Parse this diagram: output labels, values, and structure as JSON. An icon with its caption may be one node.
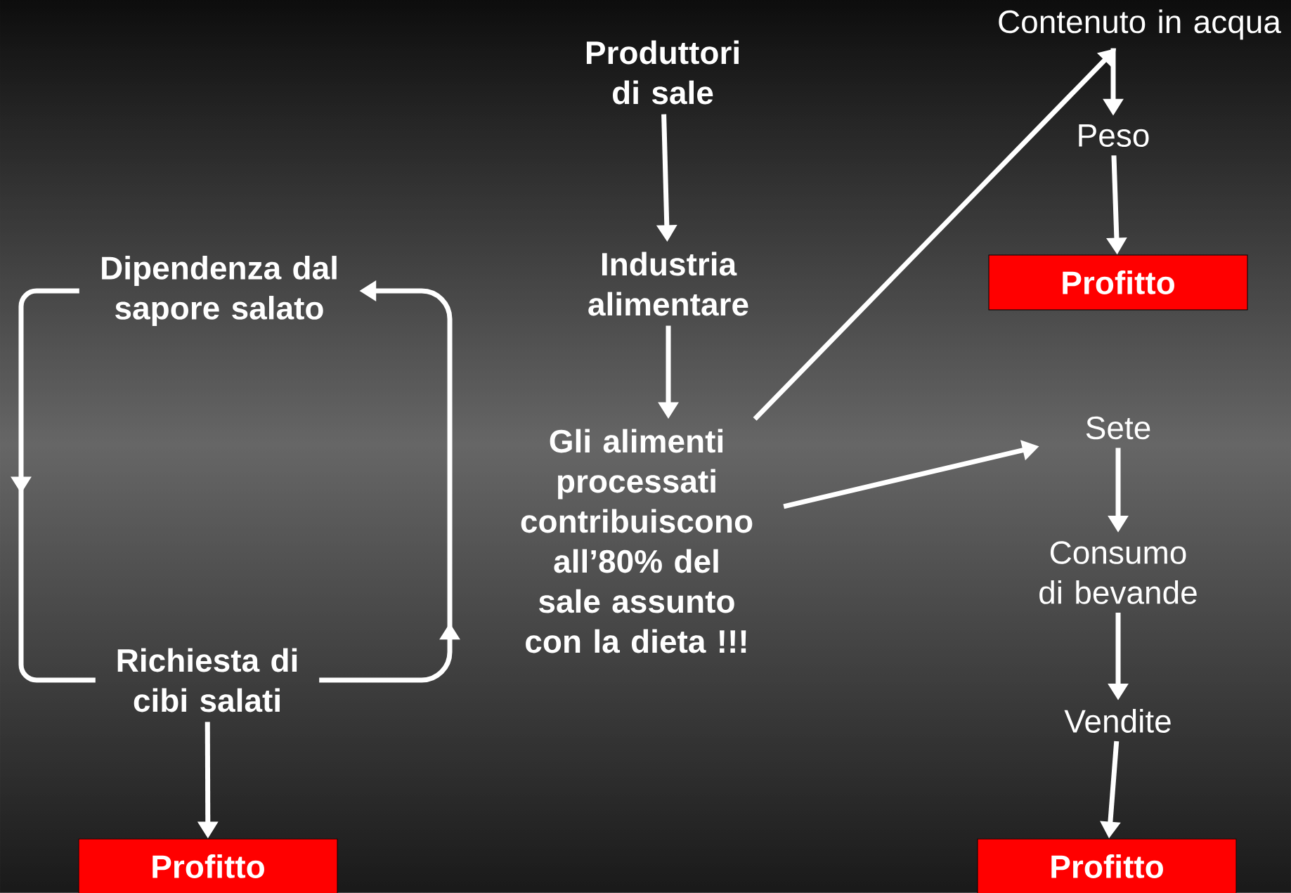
{
  "diagram": {
    "nodes": [
      {
        "text": [
          "Produttori di sale"
        ]
      },
      {
        "text": [
          "Industria alimentare"
        ]
      },
      {
        "text": [
          "Gli alimenti processati contribuiscono all’80% del sale assunto con la dieta !!!"
        ]
      },
      {
        "text": [
          "Dipendenza dal sapore salato"
        ]
      },
      {
        "text": [
          "Richiesta di cibi salati"
        ]
      },
      {
        "text": [
          "Profitto"
        ]
      },
      {
        "text": [
          "Contenuto in acqua"
        ]
      },
      {
        "text": [
          "Peso"
        ]
      },
      {
        "text": [
          "Profitto"
        ]
      },
      {
        "text": [
          "Sete"
        ]
      },
      {
        "text": [
          "Consumo di bevande"
        ]
      },
      {
        "text": [
          "Vendite"
        ]
      },
      {
        "text": [
          "Profitto"
        ]
      }
    ],
    "edges": [
      {
        "from": 0,
        "to": 1,
        "arrow": "to"
      },
      {
        "from": 1,
        "to": 2,
        "arrow": "to"
      },
      {
        "from": 2,
        "to": 6,
        "arrow": "to"
      },
      {
        "from": 2,
        "to": 9,
        "arrow": "to"
      },
      {
        "from": 6,
        "to": 7,
        "arrow": "to"
      },
      {
        "from": 7,
        "to": 8,
        "arrow": "to"
      },
      {
        "from": 9,
        "to": 10,
        "arrow": "to"
      },
      {
        "from": 10,
        "to": 11,
        "arrow": "to"
      },
      {
        "from": 11,
        "to": 12,
        "arrow": "to"
      },
      {
        "from": 4,
        "to": 5,
        "arrow": "to"
      },
      {
        "from": 3,
        "to": 4,
        "arrow": "to"
      },
      {
        "from": 4,
        "to": 3,
        "arrow": "to"
      }
    ]
  }
}
